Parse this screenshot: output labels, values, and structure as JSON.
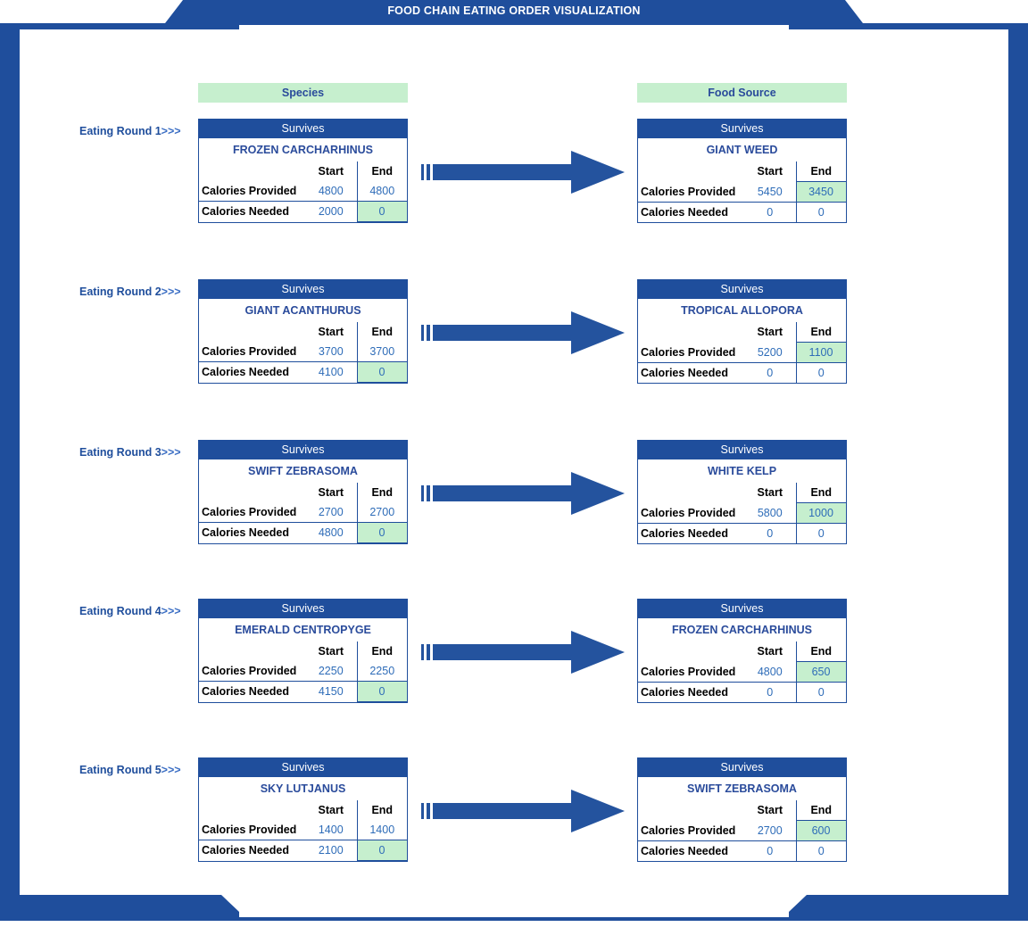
{
  "title": "FOOD CHAIN EATING ORDER VISUALIZATION",
  "legend": {
    "species": "Species",
    "food_source": "Food Source"
  },
  "labels": {
    "survives": "Survives",
    "start": "Start",
    "end": "End",
    "calories_provided": "Calories Provided",
    "calories_needed": "Calories Needed",
    "chevron": ">>>"
  },
  "colors": {
    "frame_blue": "#1F4E9C",
    "header_blue": "#1F4E9C",
    "accent_blue": "#2A4B9B",
    "value_blue": "#2E6CB8",
    "highlight_green": "#C6EFCE",
    "banner_text": "#FFFFFF"
  },
  "rounds": [
    {
      "label": "Eating Round 1",
      "predator": {
        "status": "Survives",
        "name": "FROZEN CARCHARHINUS",
        "provided_start": "4800",
        "provided_end": "4800",
        "needed_start": "2000",
        "needed_end": "0",
        "highlight": "needed_end"
      },
      "prey": {
        "status": "Survives",
        "name": "GIANT WEED",
        "provided_start": "5450",
        "provided_end": "3450",
        "needed_start": "0",
        "needed_end": "0",
        "highlight": "provided_end"
      }
    },
    {
      "label": "Eating Round 2",
      "predator": {
        "status": "Survives",
        "name": "GIANT ACANTHURUS",
        "provided_start": "3700",
        "provided_end": "3700",
        "needed_start": "4100",
        "needed_end": "0",
        "highlight": "needed_end"
      },
      "prey": {
        "status": "Survives",
        "name": "TROPICAL ALLOPORA",
        "provided_start": "5200",
        "provided_end": "1100",
        "needed_start": "0",
        "needed_end": "0",
        "highlight": "provided_end"
      }
    },
    {
      "label": "Eating Round 3",
      "predator": {
        "status": "Survives",
        "name": "SWIFT ZEBRASOMA",
        "provided_start": "2700",
        "provided_end": "2700",
        "needed_start": "4800",
        "needed_end": "0",
        "highlight": "needed_end"
      },
      "prey": {
        "status": "Survives",
        "name": "WHITE KELP",
        "provided_start": "5800",
        "provided_end": "1000",
        "needed_start": "0",
        "needed_end": "0",
        "highlight": "provided_end"
      }
    },
    {
      "label": "Eating Round 4",
      "predator": {
        "status": "Survives",
        "name": "EMERALD CENTROPYGE",
        "provided_start": "2250",
        "provided_end": "2250",
        "needed_start": "4150",
        "needed_end": "0",
        "highlight": "needed_end"
      },
      "prey": {
        "status": "Survives",
        "name": "FROZEN CARCHARHINUS",
        "provided_start": "4800",
        "provided_end": "650",
        "needed_start": "0",
        "needed_end": "0",
        "highlight": "provided_end"
      }
    },
    {
      "label": "Eating Round 5",
      "predator": {
        "status": "Survives",
        "name": "SKY LUTJANUS",
        "provided_start": "1400",
        "provided_end": "1400",
        "needed_start": "2100",
        "needed_end": "0",
        "highlight": "needed_end"
      },
      "prey": {
        "status": "Survives",
        "name": "SWIFT ZEBRASOMA",
        "provided_start": "2700",
        "provided_end": "600",
        "needed_start": "0",
        "needed_end": "0",
        "highlight": "provided_end"
      }
    }
  ]
}
